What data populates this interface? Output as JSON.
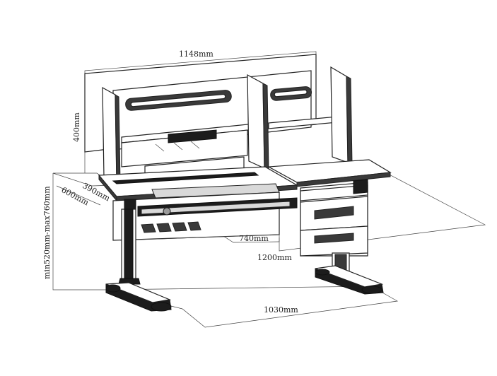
{
  "dimensions": {
    "hutch_width": "1148mm",
    "hutch_height": "400mm",
    "hutch_depth": "390mm",
    "desk_depth": "600mm",
    "desk_height": "min520mm-max760mm",
    "drawer_width": "740mm",
    "desk_width": "1200mm",
    "base_width": "1030mm"
  },
  "colors": {
    "line": "#222222",
    "dark": "#3a3a3a",
    "frame": "#1c1c1c"
  }
}
